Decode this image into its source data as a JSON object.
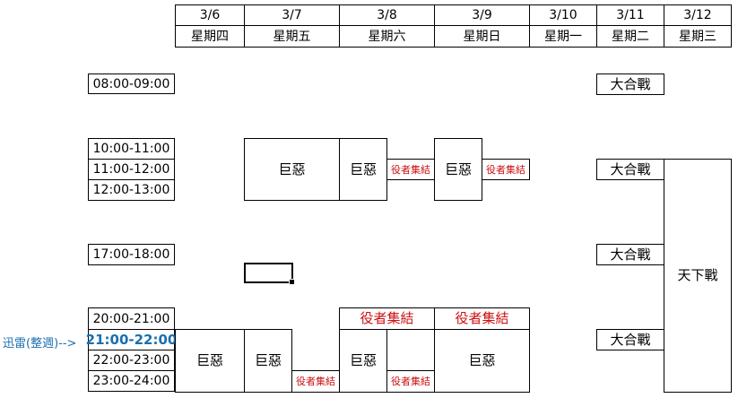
{
  "header": {
    "dates": [
      "3/6",
      "3/7",
      "3/8",
      "3/9",
      "3/10",
      "3/11",
      "3/12"
    ],
    "weekdays": [
      "星期四",
      "星期五",
      "星期六",
      "星期日",
      "星期一",
      "星期二",
      "星期三"
    ]
  },
  "time_slots": {
    "s0800": "08:00-09:00",
    "s1000": "10:00-11:00",
    "s1100": "11:00-12:00",
    "s1200": "12:00-13:00",
    "s1700": "17:00-18:00",
    "s2000": "20:00-21:00",
    "s2100": "21:00-22:00",
    "s2200": "22:00-23:00",
    "s2300": "23:00-24:00"
  },
  "highlight": {
    "label": "迅雷(整週)-->"
  },
  "events": {
    "big_evil": "巨惡",
    "muster": "役者集結",
    "grand_battle": "大合戰",
    "world_battle": "天下戰"
  }
}
